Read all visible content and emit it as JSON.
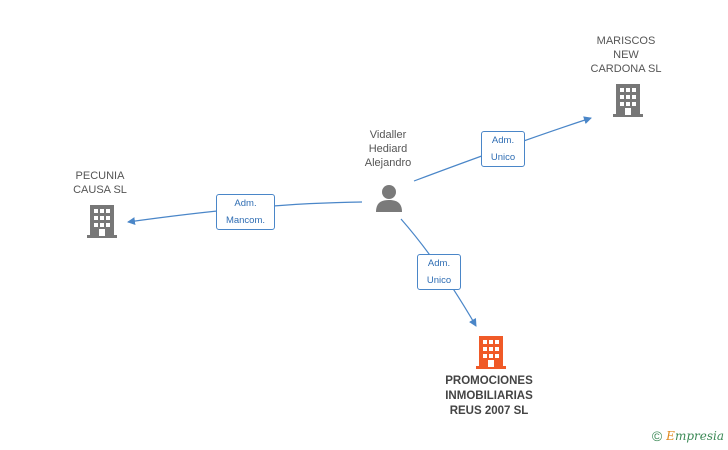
{
  "nodes": {
    "person": {
      "name": "Vidaller\nHediard\nAlejandro"
    },
    "mariscos": {
      "name": "MARISCOS\nNEW\nCARDONA  SL"
    },
    "pecunia": {
      "name": "PECUNIA\nCAUSA  SL"
    },
    "promociones": {
      "name": "PROMOCIONES\nINMOBILIARIAS\nREUS 2007 SL"
    }
  },
  "relations": {
    "to_mariscos": {
      "line1": "Adm.",
      "line2": "Unico"
    },
    "to_pecunia": {
      "line1": "Adm.",
      "line2": "Mancom."
    },
    "to_promociones": {
      "line1": "Adm.",
      "line2": "Unico"
    }
  },
  "footer": {
    "copyright_symbol": "©",
    "brand_first": "E",
    "brand_rest": "mpresia"
  },
  "colors": {
    "edge": "#4a86c8",
    "building_gray": "#777777",
    "building_main": "#f05a28"
  },
  "icons": [
    "person-icon",
    "building-icon"
  ]
}
